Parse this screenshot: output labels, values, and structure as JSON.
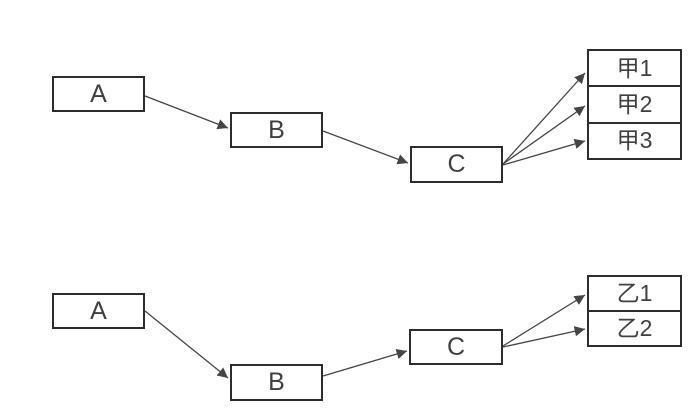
{
  "diagram": {
    "colors": {
      "background": "#ffffff",
      "box_fill": "#ffffff",
      "box_border": "#2d2d2d",
      "arrow_line": "#454545",
      "text": "#404040"
    },
    "top_flow": {
      "nodes": [
        {
          "id": "top-a",
          "label": "A"
        },
        {
          "id": "top-b",
          "label": "B"
        },
        {
          "id": "top-c",
          "label": "C"
        },
        {
          "id": "jia-1",
          "label": "甲1"
        },
        {
          "id": "jia-2",
          "label": "甲2"
        },
        {
          "id": "jia-3",
          "label": "甲3"
        }
      ],
      "edges": [
        {
          "from": "A",
          "to": "B"
        },
        {
          "from": "B",
          "to": "C"
        },
        {
          "from": "C",
          "to": "甲1"
        },
        {
          "from": "C",
          "to": "甲2"
        },
        {
          "from": "C",
          "to": "甲3"
        }
      ]
    },
    "bottom_flow": {
      "nodes": [
        {
          "id": "bottom-a",
          "label": "A"
        },
        {
          "id": "bottom-b",
          "label": "B"
        },
        {
          "id": "bottom-c",
          "label": "C"
        },
        {
          "id": "yi-1",
          "label": "乙1"
        },
        {
          "id": "yi-2",
          "label": "乙2"
        }
      ],
      "edges": [
        {
          "from": "A",
          "to": "B"
        },
        {
          "from": "B",
          "to": "C"
        },
        {
          "from": "C",
          "to": "乙1"
        },
        {
          "from": "C",
          "to": "乙2"
        }
      ]
    }
  }
}
